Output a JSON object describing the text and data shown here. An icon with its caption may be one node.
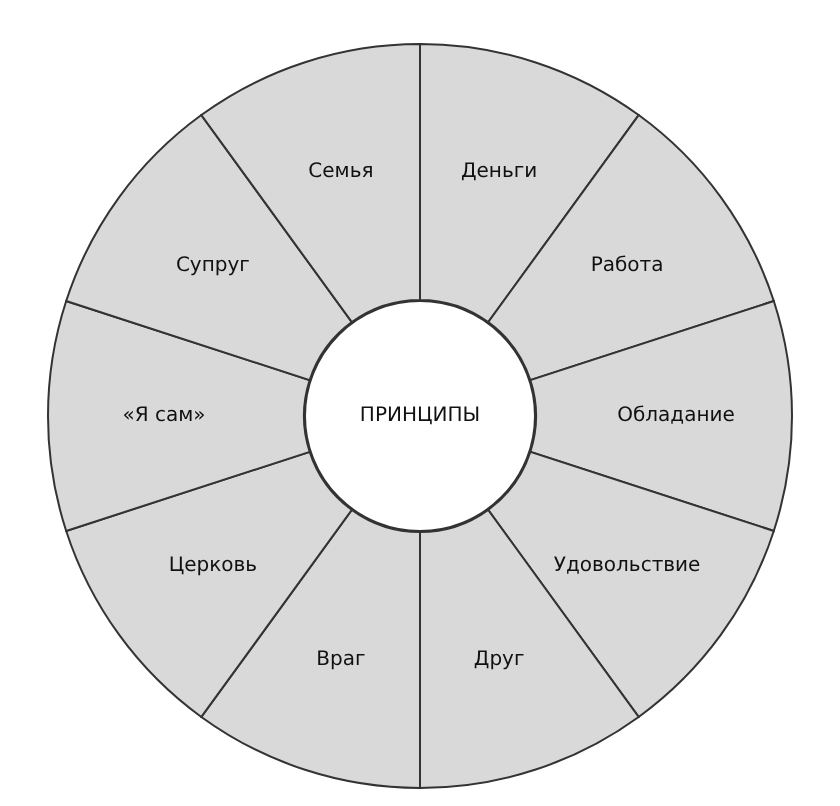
{
  "diagram": {
    "nodes": [
      {
        "text": [
          "ПРИНЦИПЫ"
        ]
      },
      {
        "text": [
          "Деньги"
        ]
      },
      {
        "text": [
          "Работа"
        ]
      },
      {
        "text": [
          "Обладание"
        ]
      },
      {
        "text": [
          "Удовольствие"
        ]
      },
      {
        "text": [
          "Друг"
        ]
      },
      {
        "text": [
          "Враг"
        ]
      },
      {
        "text": [
          "Церковь"
        ]
      },
      {
        "text": [
          "«Я сам»"
        ]
      },
      {
        "text": [
          "Супруг"
        ]
      },
      {
        "text": [
          "Семья"
        ]
      }
    ]
  }
}
